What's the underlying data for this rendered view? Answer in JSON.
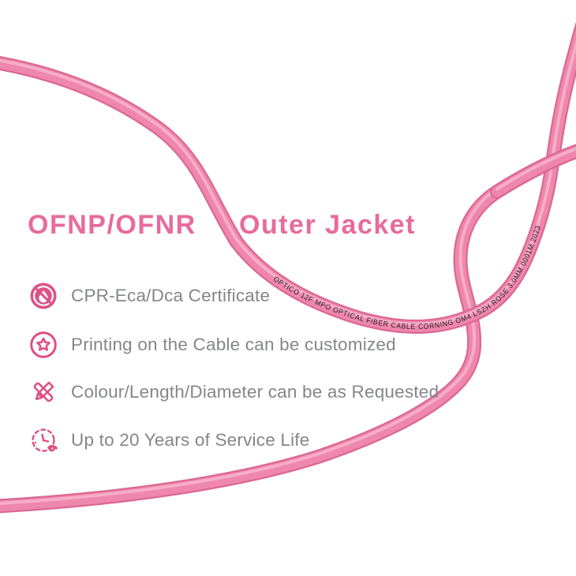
{
  "title": {
    "part1": "OFNP/OFNR",
    "part2": "Outer Jacket"
  },
  "features": [
    {
      "icon": "flame-certificate-icon",
      "label": "CPR-Eca/Dca Certificate"
    },
    {
      "icon": "star-badge-icon",
      "label": "Printing on the Cable can be customized"
    },
    {
      "icon": "pencil-ruler-icon",
      "label": "Colour/Length/Diameter can be as Requested"
    },
    {
      "icon": "clock-service-icon",
      "label": "Up to 20 Years of Service Life"
    }
  ],
  "cable": {
    "print_text": "OPTICO 12F MPO OPTICAL FIBER CABLE CORNING OM4 LSZH ROSE 3.0MM 0001M 2023",
    "print_color": "#1f1f1f",
    "body_color": "#ee87ab",
    "edge_color": "#db6892",
    "highlight_color": "#f7b1c9"
  },
  "colors": {
    "title_pink": "#e76b9c",
    "icon_pink": "#dd4f82",
    "text_gray": "#84868a",
    "background": "#ffffff"
  }
}
